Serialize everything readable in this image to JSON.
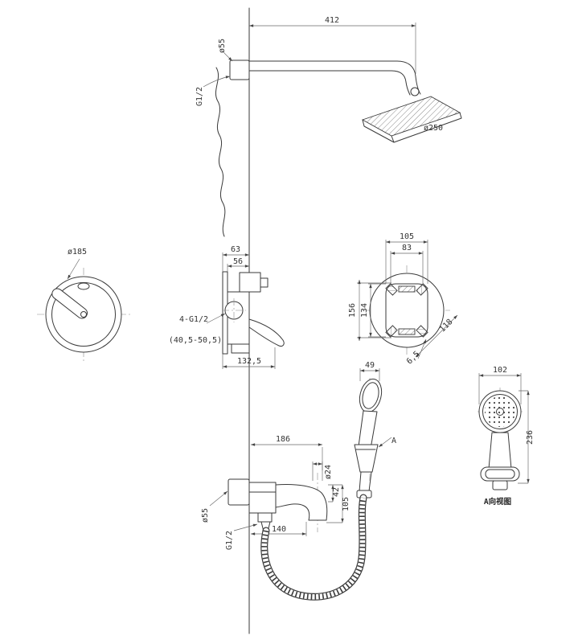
{
  "drawing": {
    "caption_view": "A向视图",
    "labels": {
      "arm_length": "412",
      "flange_dia_top": "ø55",
      "thread_top": "G1/2",
      "head_dia": "ø250",
      "trim_dia": "ø185",
      "valve_depth_outer": "63",
      "valve_depth_inner": "56",
      "rough_width_outer": "105",
      "rough_width_inner": "83",
      "rough_height_outer": "156",
      "rough_height_inner": "134",
      "rough_diag": "118",
      "rough_pad": "6,5",
      "valve_ports": "4-G1/2",
      "valve_depth_range": "(40,5-50,5)",
      "valve_height": "132,5",
      "holder_width": "49",
      "view_arrow": "A",
      "hand_dia": "102",
      "hand_length": "236",
      "spout_reach": "186",
      "spout_end_dia": "ø24",
      "spout_small": "42",
      "spout_drop": "105",
      "spout_center": "140",
      "flange_dia_bottom": "ø55",
      "thread_bottom": "G1/2"
    }
  }
}
